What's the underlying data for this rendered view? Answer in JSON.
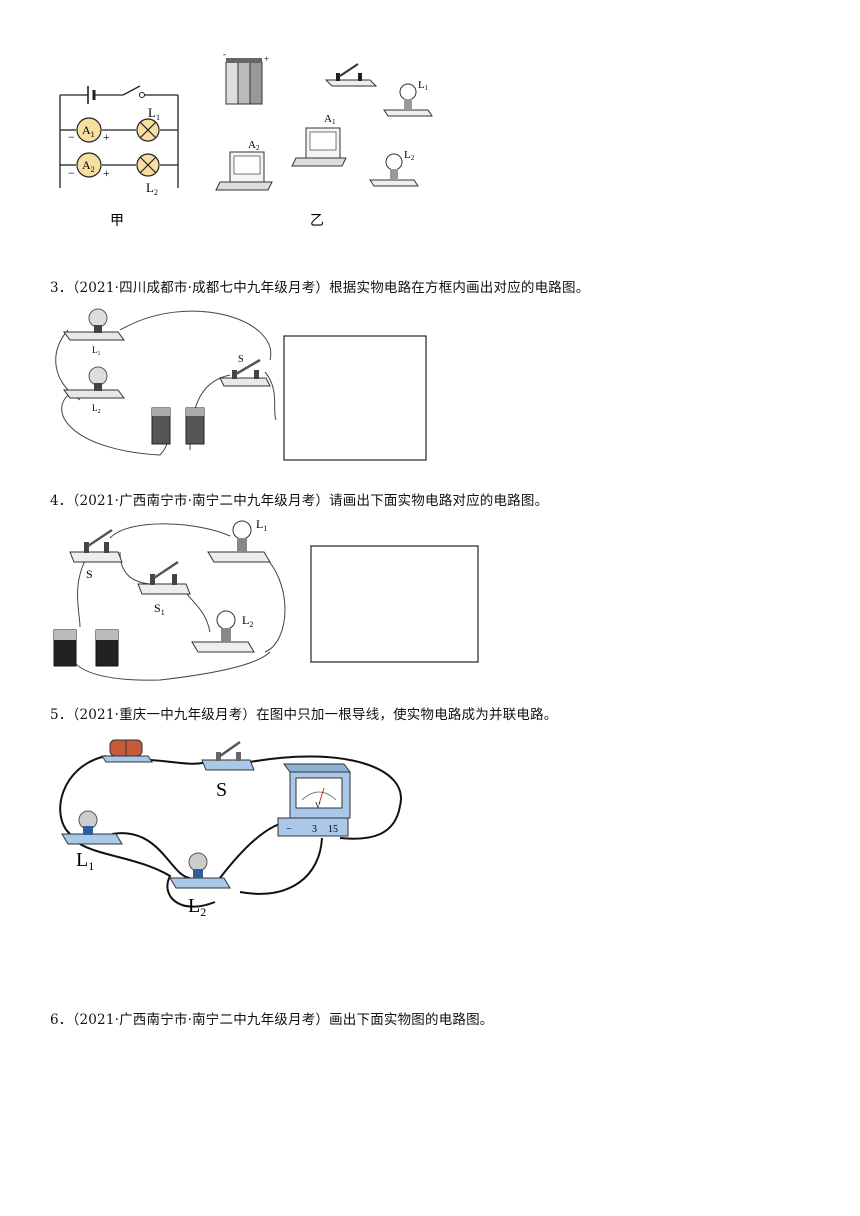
{
  "fig_top": {
    "caption_left": "甲",
    "caption_right": "乙",
    "label_L1": "L",
    "label_L2": "L",
    "sub_1": "1",
    "sub_2": "2",
    "label_A1": "A",
    "label_A2": "A",
    "minus": "−",
    "plus": "+"
  },
  "questions": [
    {
      "number": "3．",
      "text": "（2021·四川成都市·成都七中九年级月考）根据实物电路在方框内画出对应的电路图。"
    },
    {
      "number": "4．",
      "text": "（2021·广西南宁市·南宁二中九年级月考）请画出下面实物电路对应的电路图。"
    },
    {
      "number": "5．",
      "text": "（2021·重庆一中九年级月考）在图中只加一根导线，使实物电路成为并联电路。"
    },
    {
      "number": "6．",
      "text": "（2021·广西南宁市·南宁二中九年级月考）画出下面实物图的电路图。"
    }
  ],
  "fig3": {
    "label_L": "L",
    "label_S": "S",
    "sub_1": "1",
    "sub_2": "2"
  },
  "fig4": {
    "label_S": "S",
    "label_S1": "S",
    "label_L": "L",
    "sub_1": "1",
    "sub_2": "2"
  },
  "fig5": {
    "label_S": "S",
    "label_L": "L",
    "sub_1": "1",
    "sub_2": "2",
    "meter_V": "V",
    "term_minus": "−",
    "term_3": "3",
    "term_15": "15"
  }
}
